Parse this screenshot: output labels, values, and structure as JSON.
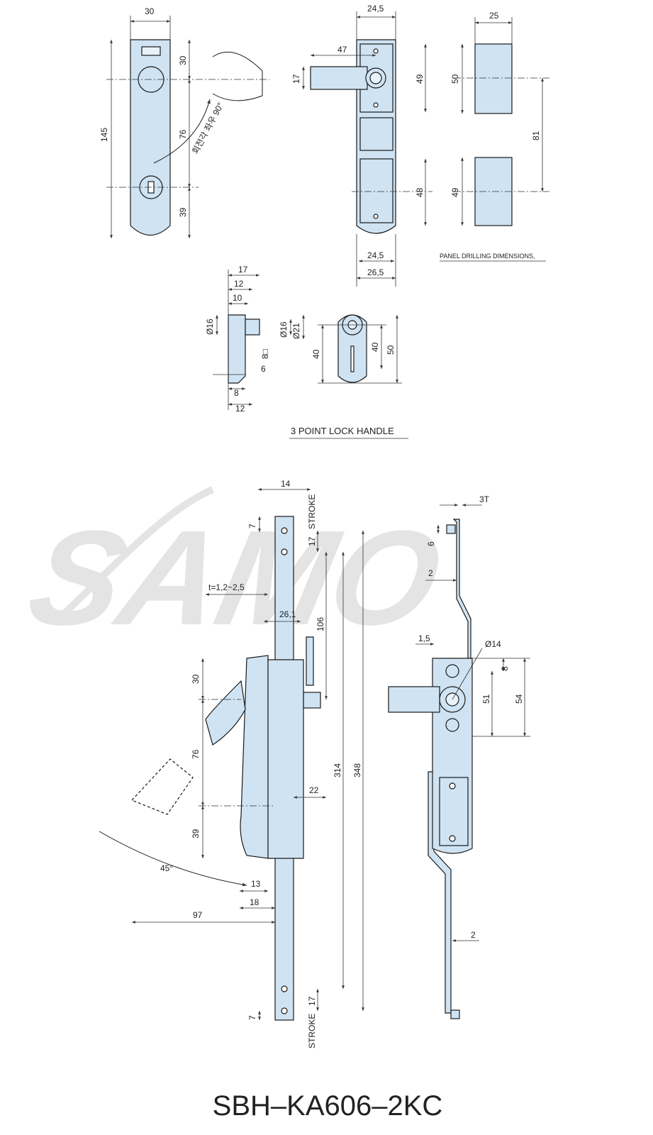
{
  "colors": {
    "part_fill": "#cfe3f3",
    "outline": "#1a1a1a",
    "dim_line": "#333333",
    "watermark": "#e4e4e4"
  },
  "watermark": "SAMO",
  "model": "SBH–KA606–2KC",
  "captions": {
    "panel_drilling": "PANEL DRILLING DIMENSIONS,",
    "lock_handle": "3 POINT LOCK HANDLE",
    "rotation_note": "회전각 좌우 90°",
    "stroke_top": "STROKE",
    "stroke_bottom": "STROKE",
    "thickness": "t=1,2~2,5",
    "angle": "45°"
  },
  "dims": {
    "front_width": "30",
    "front_top": "30",
    "front_mid": "76",
    "front_bottom": "39",
    "front_total": "145",
    "side_top_width": "24,5",
    "side_arm": "47",
    "side_arm_h": "17",
    "side_upper": "49",
    "side_lower": "48",
    "side_bot_width1": "24,5",
    "side_bot_width2": "26,5",
    "drill_width": "25",
    "drill_upper": "50",
    "drill_lower": "49",
    "drill_span": "81",
    "small_17": "17",
    "small_12a": "12",
    "small_10": "10",
    "small_d16a": "Ø16",
    "small_d16b": "Ø16",
    "small_d21": "Ø21",
    "small_8sq": "8□",
    "small_6": "6",
    "small_8": "8",
    "small_12b": "12",
    "small_40a": "40",
    "small_40b": "40",
    "small_50": "50",
    "rod_14": "14",
    "rod_7top": "7",
    "rod_17top": "17",
    "rod_106": "106",
    "rod_26": "26,1",
    "rod_30": "30",
    "rod_76": "76",
    "rod_39": "39",
    "rod_314": "314",
    "rod_348": "348",
    "rod_22": "22",
    "rod_13": "13",
    "rod_18": "18",
    "rod_97": "97",
    "rod_17bot": "17",
    "rod_7bot": "7",
    "r_3t": "3T",
    "r_6": "6",
    "r_2a": "2",
    "r_15": "1,5",
    "r_d14": "Ø14",
    "r_8": "8",
    "r_51": "51",
    "r_54": "54",
    "r_2b": "2"
  }
}
